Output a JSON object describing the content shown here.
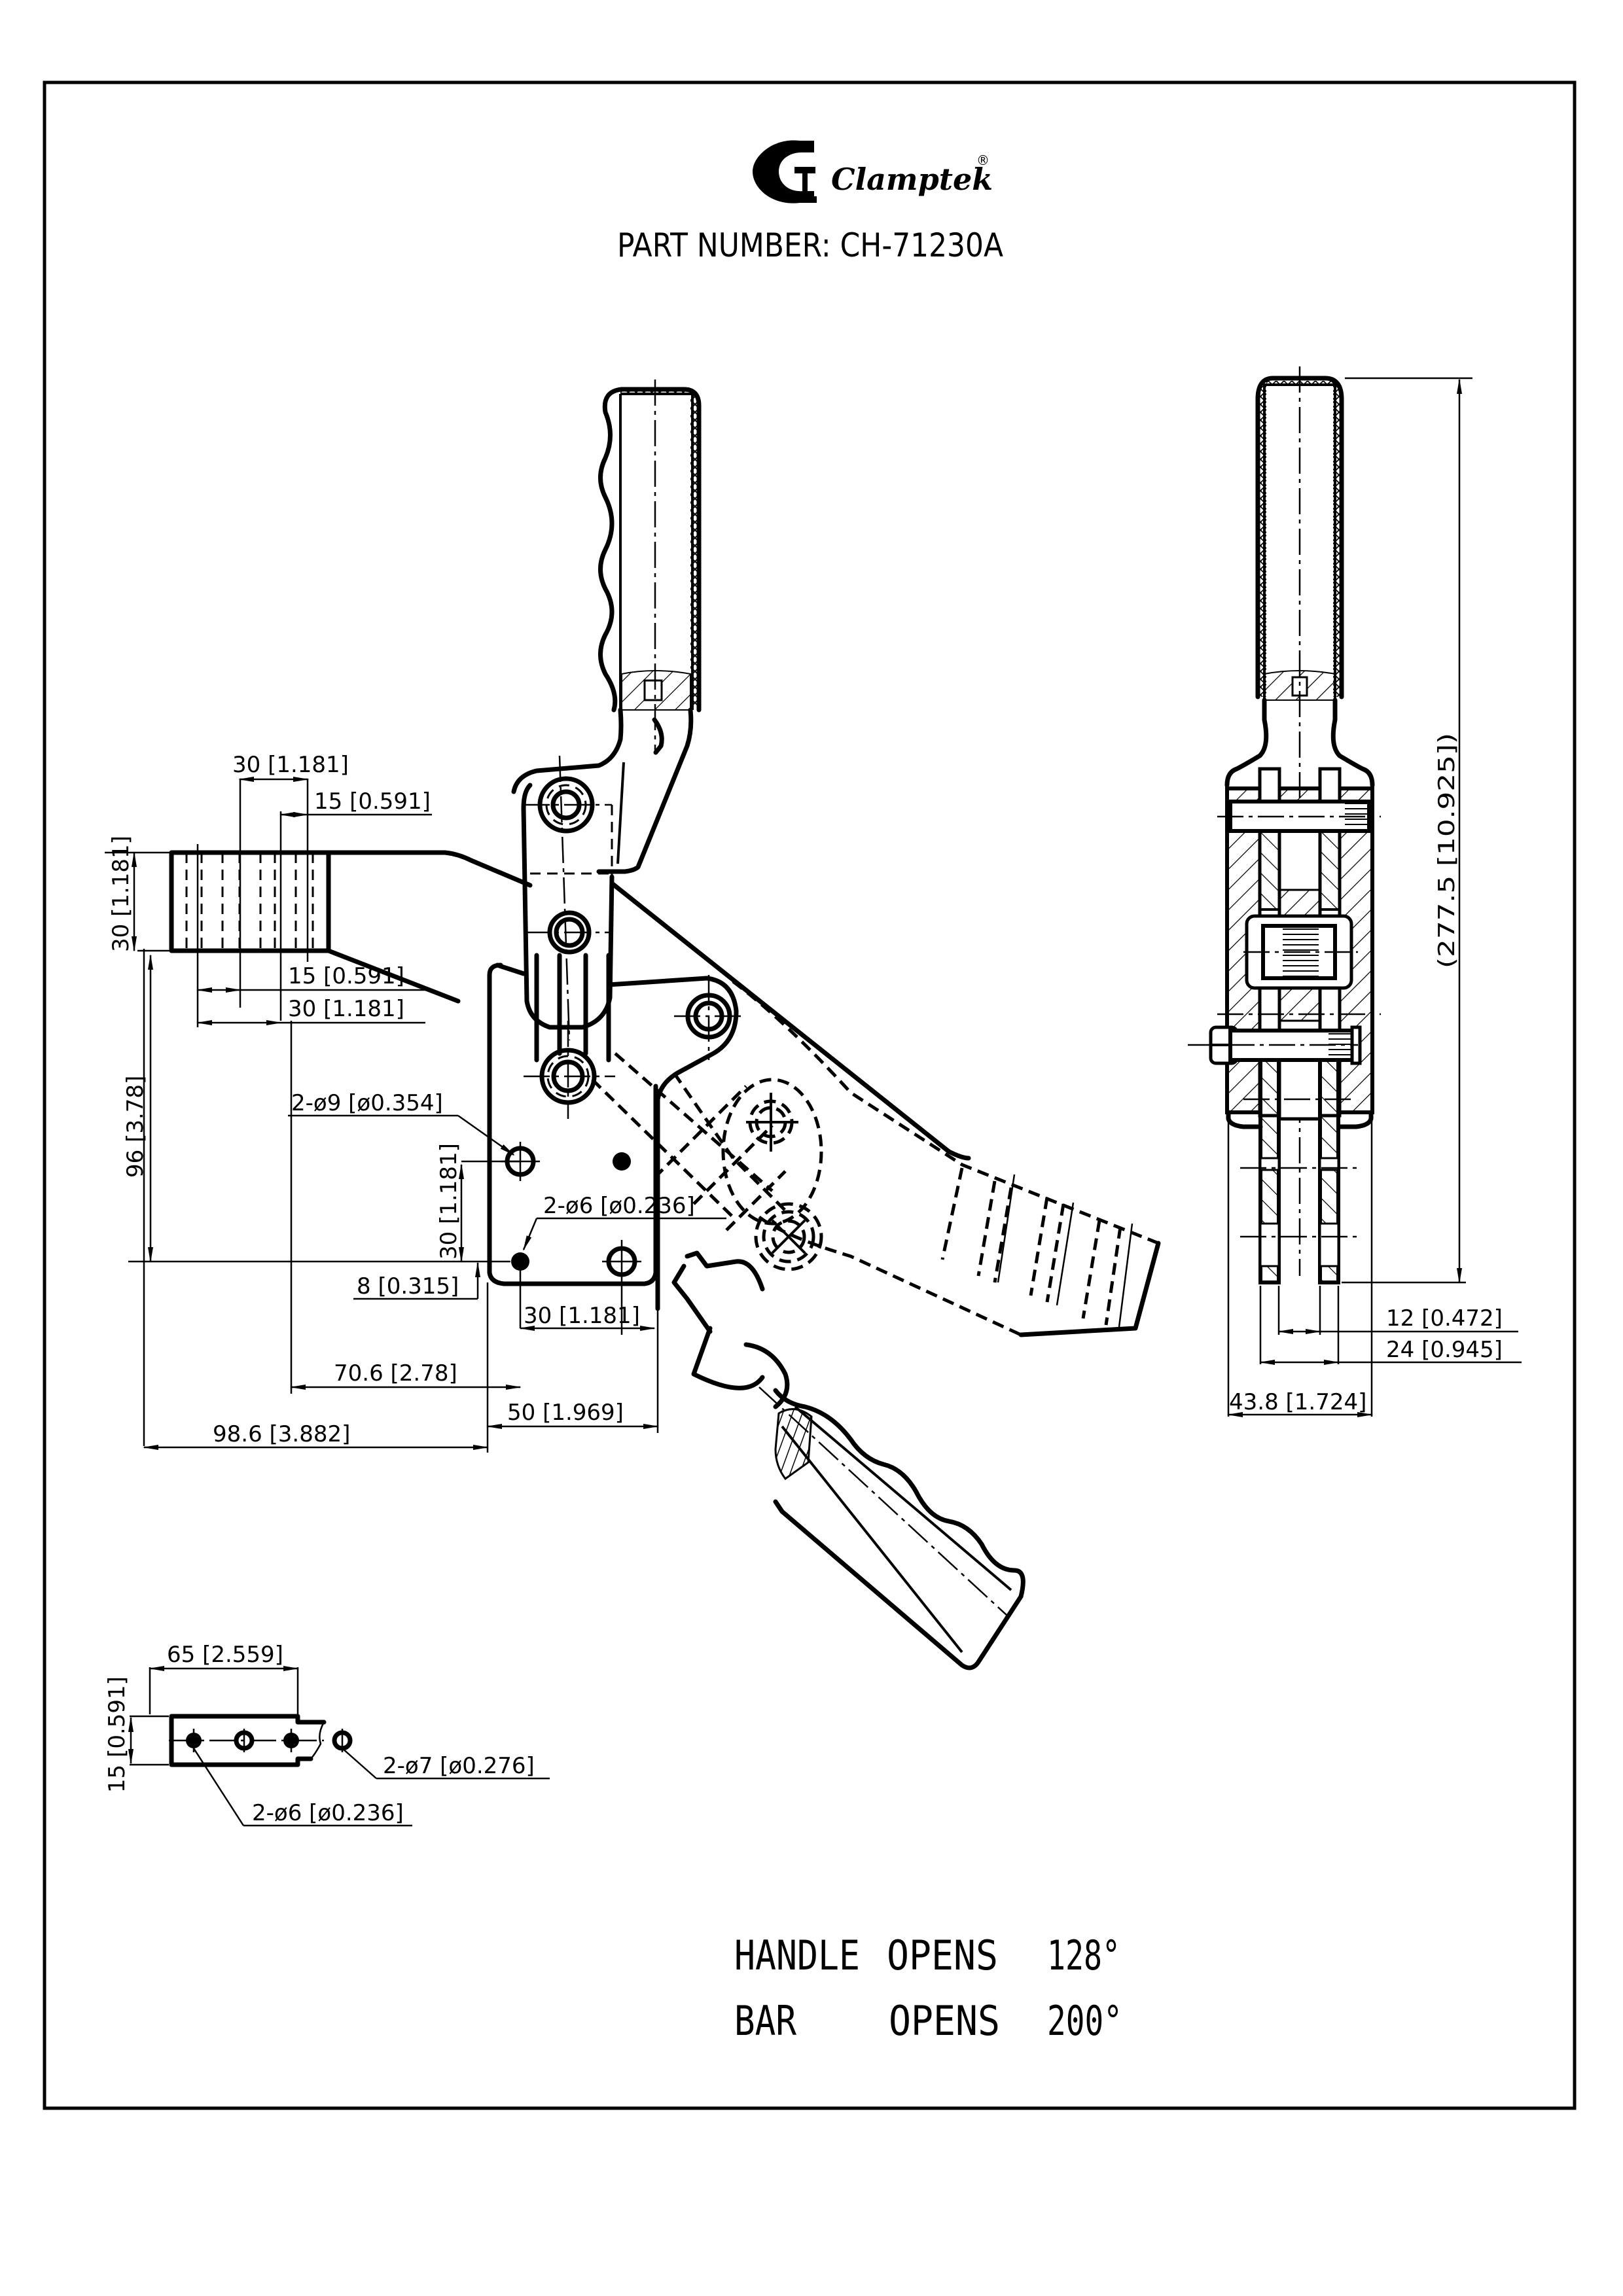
{
  "header": {
    "brand_name": "Clamptek",
    "brand_mark": "®",
    "part_number_label": "PART NUMBER: CH-71230A"
  },
  "front_view": {
    "dims": {
      "bar_hole_spacing_top": "30 [1.181]",
      "bar_hole_offset_top": "15 [0.591]",
      "bar_width": "30 [1.181]",
      "bar_hole_offset_bottom": "15 [0.591]",
      "bar_hole_spacing_bottom": "30 [1.181]",
      "bar_height": "96 [3.78]",
      "base_hole_large": "2-ø9 [ø0.354]",
      "base_vertical_spacing": "30 [1.181]",
      "base_hole_small": "2-ø6 [ø0.236]",
      "base_edge_offset": "8 [0.315]",
      "base_horizontal_spacing": "30 [1.181]",
      "reach_to_base": "70.6 [2.78]",
      "base_width": "50 [1.969]",
      "overall_reach": "98.6 [3.882]"
    }
  },
  "side_view": {
    "dims": {
      "overall_height": "(277.5 [10.925])",
      "inner_gap": "12 [0.472]",
      "fork_width": "24 [0.945]",
      "body_width": "43.8 [1.724]"
    }
  },
  "bar_detail": {
    "dims": {
      "bar_length": "65 [2.559]",
      "bar_thickness": "15 [0.591]",
      "holes_large": "2-ø7 [ø0.276]",
      "holes_small": "2-ø6 [ø0.236]"
    }
  },
  "notes": [
    {
      "item": "HANDLE",
      "action": "OPENS",
      "angle": "128°"
    },
    {
      "item": "BAR",
      "action": "OPENS",
      "angle": "200°"
    }
  ]
}
